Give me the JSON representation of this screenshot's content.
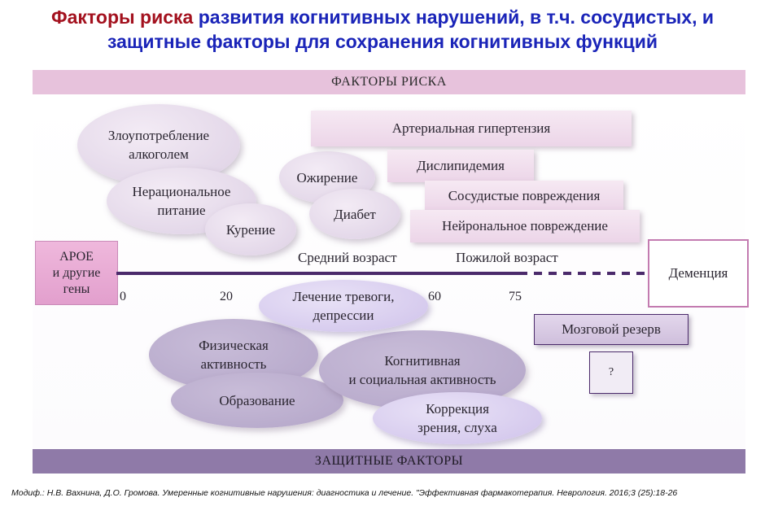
{
  "title": {
    "part_red": "Факторы риска",
    "part_blue_line1": " развития когнитивных нарушений, в т.ч. сосудистых, и",
    "part_blue_line2": "защитные факторы для сохранения когнитивных функций"
  },
  "bands": {
    "risk": "ФАКТОРЫ РИСКА",
    "protective": "ЗАЩИТНЫЕ ФАКТОРЫ"
  },
  "risk_ellipses": {
    "alcohol_l1": "Злоупотребление",
    "alcohol_l2": "алкоголем",
    "nutrition_l1": "Нерациональное",
    "nutrition_l2": "питание",
    "smoking": "Курение",
    "obesity": "Ожирение",
    "diabetes": "Диабет"
  },
  "risk_bars": {
    "hypertension": "Артериальная гипертензия",
    "dyslipidemia": "Дислипидемия",
    "vascular": "Сосудистые повреждения",
    "neuronal": "Нейрональное повреждение"
  },
  "apoe": {
    "line1": "APOE",
    "line2": "и другие",
    "line3": "гены"
  },
  "timeline": {
    "ticks": [
      "0",
      "20",
      "60",
      "75"
    ],
    "middle_age": "Средний возраст",
    "elderly_age": "Пожилой возраст",
    "dementia": "Деменция"
  },
  "protective": {
    "anxiety_l1": "Лечение тревоги,",
    "anxiety_l2": "депрессии",
    "physical_l1": "Физическая",
    "physical_l2": "активность",
    "education": "Образование",
    "cognitive_l1": "Когнитивная",
    "cognitive_l2": "и социальная активность",
    "vision_l1": "Коррекция",
    "vision_l2": "зрения, слуха"
  },
  "brain_reserve": "Мозговой резерв",
  "question": "?",
  "footnote": "Модиф.: Н.В. Вахнина, Д.О. Громова. Умеренные когнитивные нарушения: диагностика и лечение. \"Эффективная фармакотерапия. Неврология. 2016;3 (25):18-26",
  "colors": {
    "title_red": "#a3111e",
    "title_blue": "#1a24b8",
    "risk_band": "#e7c2dc",
    "protective_band": "#8f7aa8",
    "timeline": "#4b2a6b",
    "apoe": "#e29fcd",
    "dementia_border": "#c37bb0"
  }
}
